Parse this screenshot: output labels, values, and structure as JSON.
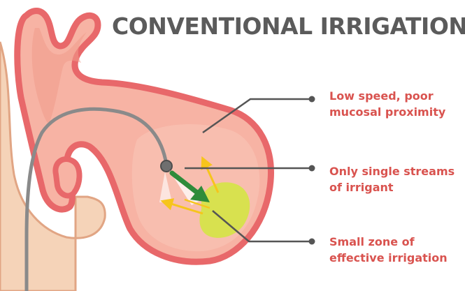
{
  "title": "CONVENTIONAL IRRIGATION",
  "callouts": [
    {
      "lines": [
        "Low speed, poor",
        "mucosal proximity"
      ]
    },
    {
      "lines": [
        "Only single streams",
        "of irrigant"
      ]
    },
    {
      "lines": [
        "Small zone of",
        "effective irrigation"
      ]
    }
  ],
  "colors": {
    "title": "#5b5b5b",
    "label": "#d9534f",
    "tissue_outline": "#e8686a",
    "tissue_fill": "#f7b3a4",
    "tissue_light": "#f8c0b2",
    "skin": "#f5d3b8",
    "skin_outline": "#e1a584",
    "irrigation_zone": "#d6e34a",
    "stream_arrow": "#f6c51c",
    "main_arrow": "#2e8b3a",
    "leader_line": "#555555",
    "tube": "#8a8a8a"
  }
}
